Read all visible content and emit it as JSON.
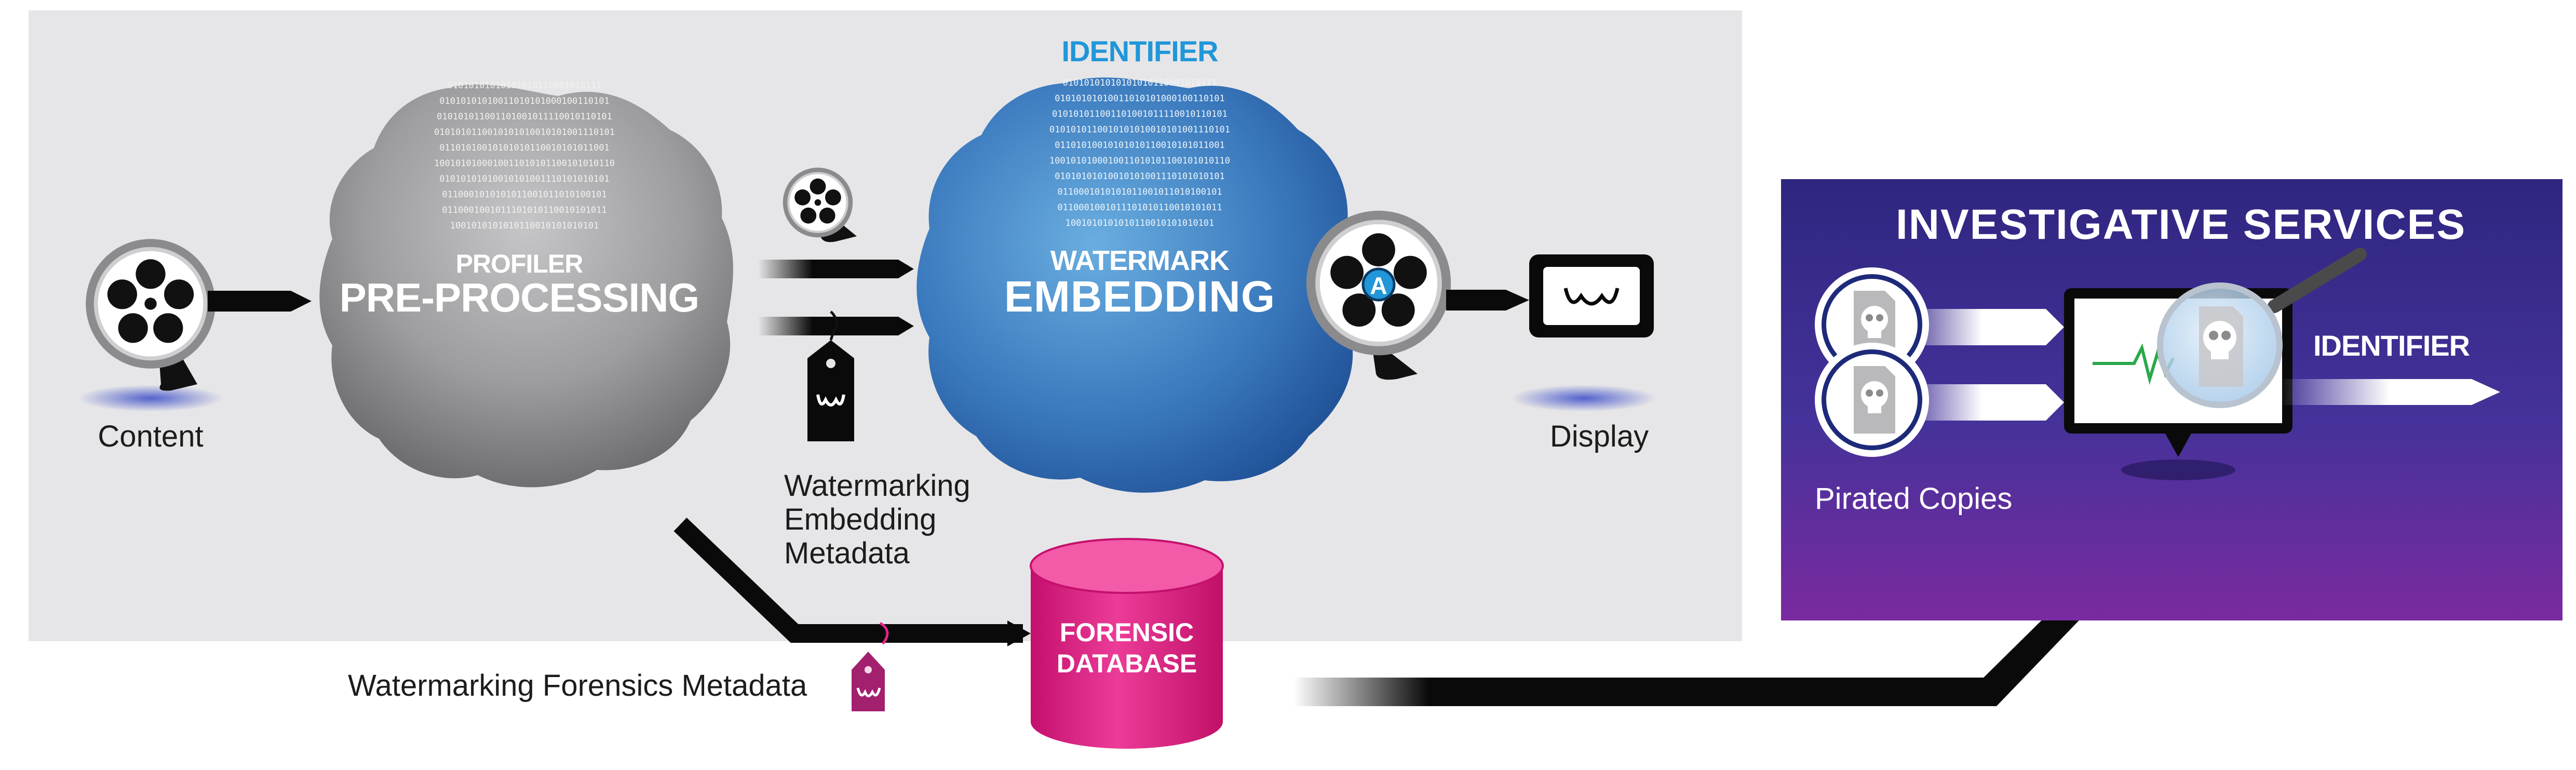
{
  "labels": {
    "content": "Content",
    "profiler": "PROFILER",
    "pre_processing": "PRE-PROCESSING",
    "identifier_top": "IDENTIFIER",
    "watermark": "WATERMARK",
    "embedding": "EMBEDDING",
    "display": "Display",
    "wm_embed_meta": [
      "Watermarking",
      "Embedding",
      "Metadata"
    ],
    "forensic_db": [
      "FORENSIC",
      "DATABASE"
    ],
    "wm_forensics_meta": "Watermarking Forensics Metadata",
    "investigative": "INVESTIGATIVE SERVICES",
    "identifier_right": "IDENTIFIER",
    "pirated": "Pirated Copies",
    "badge_letter": "A"
  },
  "binary_text": [
    "01010101010101010110001010111",
    "01010101010011010101000100110101",
    "010101011001101001011110010110101",
    "0101010110010101010010101001110101",
    "01101010010101010110010101011001",
    "1001010100010011010101100101010110",
    "01010101010010101001110101010101",
    "0110001010101011001011010100101",
    "0110001001011101010110010101011",
    "1001010101010110010101010101"
  ],
  "colors": {
    "panel_gray": "#e6e6e8",
    "profiler_gray": "#9d9d9f",
    "watermark_blue": "#3a79bd",
    "identifier_blue": "#2196d9",
    "forensic_pink": "#e5248a",
    "investigative_purple": "#3d2a8e",
    "arrow_black": "#0a0a0a"
  },
  "icons": [
    "film-reel-icon",
    "tag-icon",
    "display-icon",
    "skull-document-icon",
    "magnifier-icon"
  ]
}
